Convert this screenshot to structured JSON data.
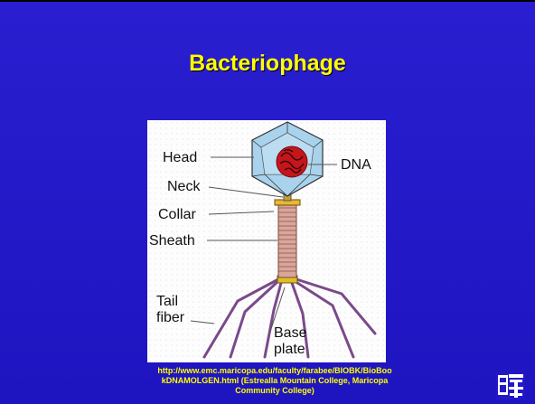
{
  "slide": {
    "title": "Bacteriophage",
    "credit_line1": "http://www.emc.maricopa.edu/faculty/farabee/BIOBK/BioBoo",
    "credit_line2": "kDNAMOLGEN.html (Estrealla Mountain College, Maricopa",
    "credit_line3": "Community College)"
  },
  "figure": {
    "labels": {
      "head": "Head",
      "dna": "DNA",
      "neck": "Neck",
      "collar": "Collar",
      "sheath": "Sheath",
      "tail_fiber_1": "Tail",
      "tail_fiber_2": "fiber",
      "base_plate_1": "Base",
      "base_plate_2": "plate"
    }
  },
  "colors": {
    "background": "#2318c9",
    "title": "#ffff00",
    "credit": "#ffff00",
    "head_fill": "#a9d3ec",
    "dna": "#c4161c",
    "sheath": "#d8a79a",
    "tail_fiber": "#7a4a8a"
  },
  "icons": {
    "logo": "institution-logo"
  }
}
